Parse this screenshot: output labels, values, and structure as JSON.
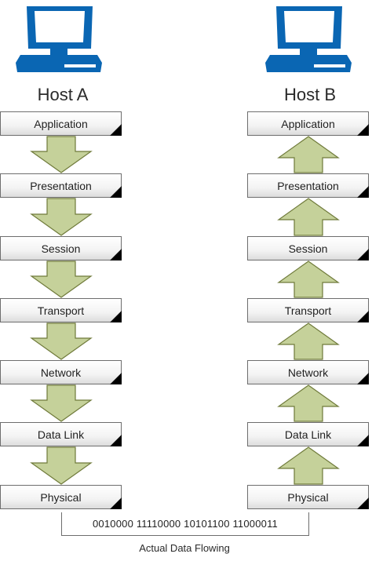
{
  "host_a": {
    "title": "Host A",
    "layers": [
      "Application",
      "Presentation",
      "Session",
      "Transport",
      "Network",
      "Data Link",
      "Physical"
    ],
    "arrow_direction": "down"
  },
  "host_b": {
    "title": "Host B",
    "layers": [
      "Application",
      "Presentation",
      "Session",
      "Transport",
      "Network",
      "Data Link",
      "Physical"
    ],
    "arrow_direction": "up"
  },
  "physical_link": {
    "bits": "0010000 11110000 10101100 11000011",
    "caption": "Actual Data Flowing"
  },
  "colors": {
    "computer": "#0a66b3",
    "arrow_fill": "#c5d19a",
    "arrow_stroke": "#6f7a3a",
    "corner": "#000000"
  },
  "icons": {
    "host_a": "computer-icon",
    "host_b": "computer-icon"
  }
}
